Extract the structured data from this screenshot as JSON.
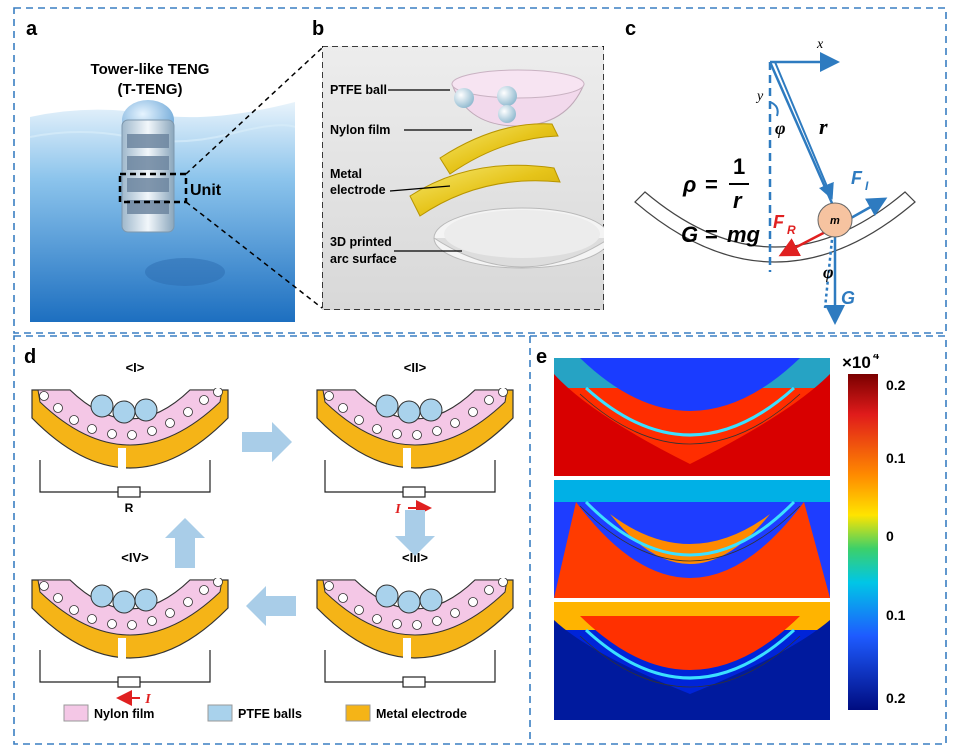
{
  "panels": {
    "a": "a",
    "b": "b",
    "c": "c",
    "d": "d",
    "e": "e"
  },
  "panel_a": {
    "title_line1": "Tower-like TENG",
    "title_line2": "(T-TENG)",
    "unit_label": "Unit"
  },
  "panel_b": {
    "ptfe_ball": "PTFE ball",
    "nylon_film": "Nylon film",
    "metal_line1": "Metal",
    "metal_line2": "electrode",
    "printed_line1": "3D printed",
    "printed_line2": "arc surface"
  },
  "panel_c": {
    "x": "x",
    "y": "y",
    "phi": "φ",
    "r": "r",
    "rho": "ρ",
    "eq": "=",
    "one": "1",
    "r_den": "r",
    "G": "G",
    "mg": "mg",
    "m": "m",
    "F": "F",
    "I_sub": "I",
    "R_sub": "R"
  },
  "panel_d": {
    "stage1": "<I>",
    "stage2": "<II>",
    "stage3": "<III>",
    "stage4": "<IV>",
    "resistor": "R",
    "current": "I",
    "legend": [
      {
        "label": "Nylon film",
        "color": "#f4c7e6"
      },
      {
        "label": "PTFE balls",
        "color": "#a9d2ec"
      },
      {
        "label": "Metal electrode",
        "color": "#f5b417"
      }
    ]
  },
  "panel_e": {
    "exponent_base": "×10",
    "exponent_power": "4",
    "ticks": [
      "0.2",
      "0.1",
      "0",
      "0.1",
      "0.2"
    ]
  },
  "colors": {
    "frame": "#3a7ec2",
    "nylon": "#f4c7e6",
    "ptfe": "#a9d2ec",
    "metal": "#f5b417",
    "arrow": "#a9cde8",
    "red": "#e02020"
  }
}
